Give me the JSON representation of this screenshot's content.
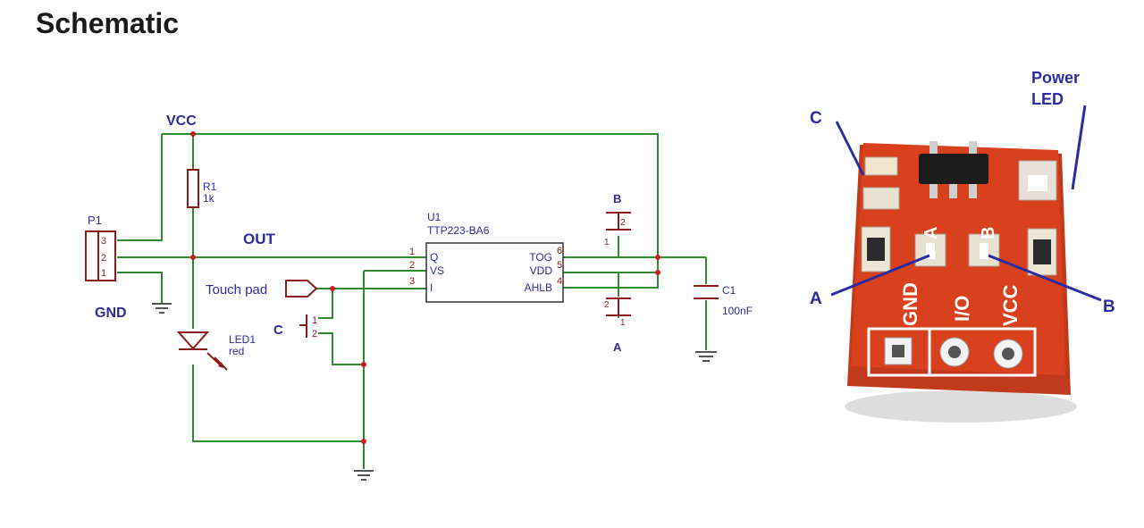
{
  "title": "Schematic",
  "schematic": {
    "vcc_label": "VCC",
    "gnd_label": "GND",
    "out_label": "OUT",
    "touch_pad_label": "Touch pad",
    "connector": {
      "name": "P1",
      "pins": [
        "3",
        "2",
        "1"
      ]
    },
    "resistor": {
      "name": "R1",
      "value": "1k"
    },
    "led": {
      "name": "LED1",
      "value": "red"
    },
    "ic": {
      "name": "U1",
      "part": "TTP223-BA6",
      "left_pins": [
        {
          "num": "1",
          "name": "Q"
        },
        {
          "num": "2",
          "name": "VS"
        },
        {
          "num": "3",
          "name": "I"
        }
      ],
      "right_pins": [
        {
          "num": "6",
          "name": "TOG"
        },
        {
          "num": "5",
          "name": "VDD"
        },
        {
          "num": "4",
          "name": "AHLB"
        }
      ]
    },
    "capacitor": {
      "name": "C1",
      "value": "100nF"
    },
    "jumper_b": {
      "name": "B",
      "pin1": "1",
      "pin2": "2"
    },
    "jumper_a": {
      "name": "A",
      "pin1": "1",
      "pin2": "2"
    },
    "jumper_c": {
      "name": "C",
      "pin1": "1",
      "pin2": "2"
    }
  },
  "board": {
    "label_c": "C",
    "label_power_led_1": "Power",
    "label_power_led_2": "LED",
    "label_a": "A",
    "label_b": "B",
    "silk_a": "A",
    "silk_b": "B",
    "silk_gnd": "GND",
    "silk_io": "I/O",
    "silk_vcc": "VCC",
    "board_color": "#d9401e",
    "label_color": "#2c2ca0"
  }
}
